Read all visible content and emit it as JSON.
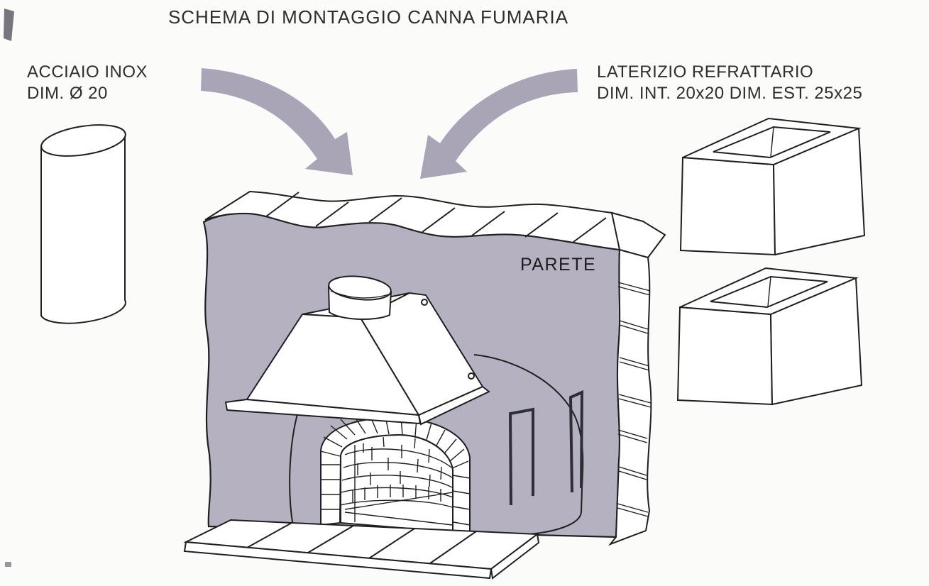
{
  "title": "SCHEMA DI MONTAGGIO CANNA FUMARIA",
  "labels": {
    "steel": {
      "line1": "ACCIAIO INOX",
      "line2": "DIM. Ø 20"
    },
    "brick": {
      "line1": "LATERIZIO REFRATTARIO",
      "line2": "DIM. INT. 20x20 DIM. EST. 25x25"
    },
    "wall": "PARETE"
  },
  "colors": {
    "wall_gray": "#b6b1c1",
    "arrow_gray": "#a9a4b6",
    "outline": "#1f1f1f",
    "text": "#2e2e2e",
    "background": "#fbfbfa"
  }
}
